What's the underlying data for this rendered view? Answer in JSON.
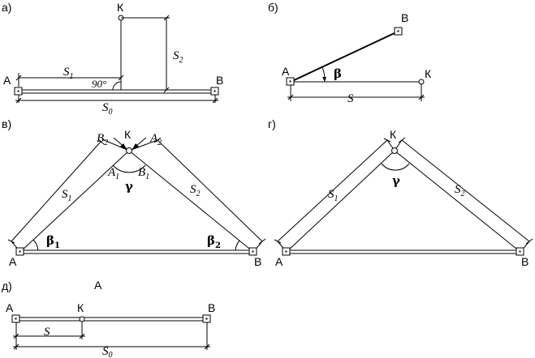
{
  "panels": {
    "a": {
      "tag": "а)",
      "point_a": "А",
      "point_b": "В",
      "point_k": "К",
      "s1": "S",
      "s1_sub": "1",
      "s2": "S",
      "s2_sub": "2",
      "s0": "S",
      "s0_sub": "0",
      "angle": "90°"
    },
    "b": {
      "tag": "б)",
      "point_a": "А",
      "point_b": "В",
      "point_k": "К",
      "s": "S",
      "beta": "β"
    },
    "v": {
      "tag": "в)",
      "point_a": "А",
      "point_b": "В",
      "point_k": "К",
      "s1": "S",
      "s1_sub": "1",
      "s2": "S",
      "s2_sub": "2",
      "b2": "B",
      "b2_sub": "2",
      "a2": "A",
      "a2_sub": "2",
      "a1": "A",
      "a1_sub": "1",
      "b1": "B",
      "b1_sub": "1",
      "gamma": "γ",
      "beta1": "β",
      "beta1_sub": "1",
      "beta2": "β",
      "beta2_sub": "2"
    },
    "g": {
      "tag": "г)",
      "point_a": "А",
      "point_b": "В",
      "point_k": "К",
      "s1": "S",
      "s1_sub": "1",
      "s2": "S",
      "s2_sub": "2",
      "gamma": "γ"
    },
    "d": {
      "tag": "д)",
      "caption": "А",
      "point_a": "А",
      "point_b": "В",
      "point_k": "К",
      "s": "S",
      "s0": "S",
      "s0_sub": "0"
    }
  }
}
